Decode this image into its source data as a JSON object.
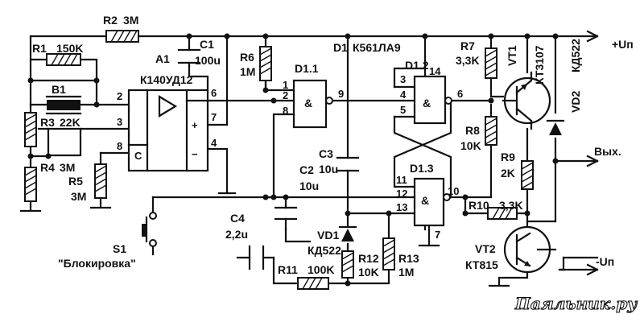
{
  "power": {
    "plus": "+Uп",
    "minus": "-Uп"
  },
  "output": {
    "label": "Вых."
  },
  "watermark": "Паяльник.ру",
  "opamp": {
    "ref": "A1",
    "type": "К140УД12",
    "c_label": "C",
    "plus": "+",
    "minus": "−",
    "pins": [
      "2",
      "3",
      "8",
      "6",
      "7",
      "4"
    ]
  },
  "logic": {
    "package_ref": "D1",
    "package_type": "К561ЛА9",
    "gates": [
      {
        "ref": "D1.1",
        "pins": [
          "1",
          "2",
          "8",
          "9"
        ]
      },
      {
        "ref": "D1.2",
        "pins": [
          "3",
          "4",
          "5",
          "6",
          "14"
        ]
      },
      {
        "ref": "D1.3",
        "pins": [
          "11",
          "12",
          "13",
          "10",
          "7"
        ]
      }
    ],
    "amp": "&"
  },
  "resistors": [
    {
      "ref": "R1",
      "value": "150K"
    },
    {
      "ref": "R2",
      "value": "3M"
    },
    {
      "ref": "R3",
      "value": "22K"
    },
    {
      "ref": "R4",
      "value": "3M"
    },
    {
      "ref": "R5",
      "value": "3M"
    },
    {
      "ref": "R6",
      "value": "1M"
    },
    {
      "ref": "R7",
      "value": "3,3K"
    },
    {
      "ref": "R8",
      "value": "10K"
    },
    {
      "ref": "R9",
      "value": "2K"
    },
    {
      "ref": "R10",
      "value": "3,3K"
    },
    {
      "ref": "R11",
      "value": "100K"
    },
    {
      "ref": "R12",
      "value": "10K"
    },
    {
      "ref": "R13",
      "value": "1M"
    }
  ],
  "capacitors": [
    {
      "ref": "C1",
      "value": "100u"
    },
    {
      "ref": "C2",
      "value": "10u"
    },
    {
      "ref": "C3",
      "value": "10u"
    },
    {
      "ref": "C4",
      "value": "2,2u"
    }
  ],
  "diodes": [
    {
      "ref": "VD1",
      "type": "КД522"
    },
    {
      "ref": "VD2",
      "type": "КД522"
    }
  ],
  "transistors": [
    {
      "ref": "VT1",
      "type": "КТ3107"
    },
    {
      "ref": "VT2",
      "type": "КТ815"
    }
  ],
  "sensor": {
    "ref": "B1"
  },
  "switch": {
    "ref": "S1",
    "caption": "\"Блокировка\""
  }
}
